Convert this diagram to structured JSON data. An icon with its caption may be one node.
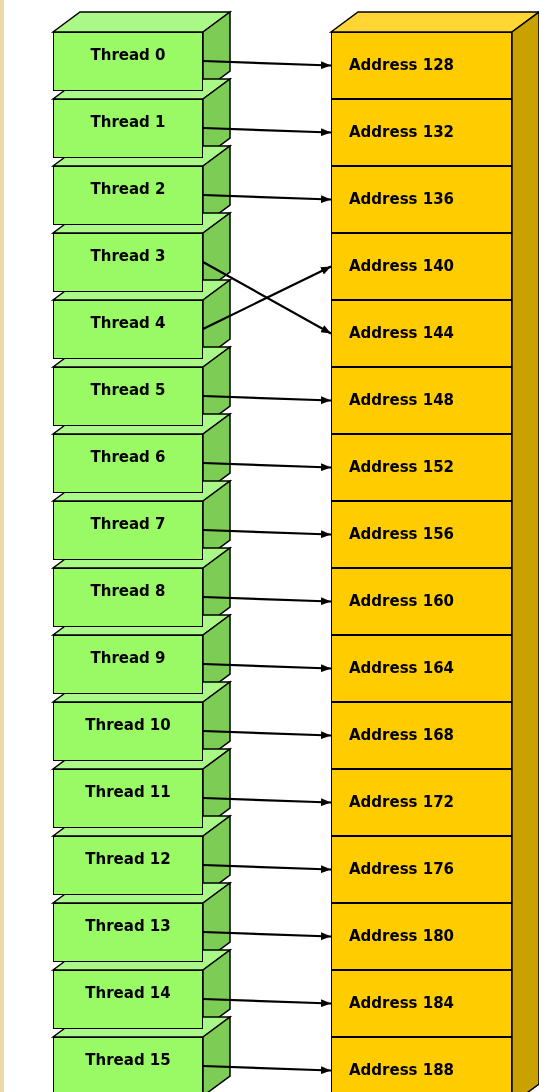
{
  "diagram": {
    "nodes": [
      {
        "text": [
          "Thread 0"
        ]
      },
      {
        "text": [
          "Thread 1"
        ]
      },
      {
        "text": [
          "Thread 2"
        ]
      },
      {
        "text": [
          "Thread 3"
        ]
      },
      {
        "text": [
          "Thread 4"
        ]
      },
      {
        "text": [
          "Thread 5"
        ]
      },
      {
        "text": [
          "Thread 6"
        ]
      },
      {
        "text": [
          "Thread 7"
        ]
      },
      {
        "text": [
          "Thread 8"
        ]
      },
      {
        "text": [
          "Thread 9"
        ]
      },
      {
        "text": [
          "Thread 10"
        ]
      },
      {
        "text": [
          "Thread 11"
        ]
      },
      {
        "text": [
          "Thread 12"
        ]
      },
      {
        "text": [
          "Thread 13"
        ]
      },
      {
        "text": [
          "Thread 14"
        ]
      },
      {
        "text": [
          "Thread 15"
        ]
      },
      {
        "text": [
          "Address 128"
        ]
      },
      {
        "text": [
          "Address 132"
        ]
      },
      {
        "text": [
          "Address 136"
        ]
      },
      {
        "text": [
          "Address 140"
        ]
      },
      {
        "text": [
          "Address 144"
        ]
      },
      {
        "text": [
          "Address 148"
        ]
      },
      {
        "text": [
          "Address 152"
        ]
      },
      {
        "text": [
          "Address 156"
        ]
      },
      {
        "text": [
          "Address 160"
        ]
      },
      {
        "text": [
          "Address 164"
        ]
      },
      {
        "text": [
          "Address 168"
        ]
      },
      {
        "text": [
          "Address 172"
        ]
      },
      {
        "text": [
          "Address 176"
        ]
      },
      {
        "text": [
          "Address 180"
        ]
      },
      {
        "text": [
          "Address 184"
        ]
      },
      {
        "text": [
          "Address 188"
        ]
      }
    ],
    "edges": [
      {
        "from": 0,
        "to": 16,
        "arrow": "to"
      },
      {
        "from": 1,
        "to": 17,
        "arrow": "to"
      },
      {
        "from": 2,
        "to": 18,
        "arrow": "to"
      },
      {
        "from": 3,
        "to": 20,
        "arrow": "to"
      },
      {
        "from": 4,
        "to": 19,
        "arrow": "to"
      },
      {
        "from": 5,
        "to": 21,
        "arrow": "to"
      },
      {
        "from": 6,
        "to": 22,
        "arrow": "to"
      },
      {
        "from": 7,
        "to": 23,
        "arrow": "to"
      },
      {
        "from": 8,
        "to": 24,
        "arrow": "to"
      },
      {
        "from": 9,
        "to": 25,
        "arrow": "to"
      },
      {
        "from": 10,
        "to": 26,
        "arrow": "to"
      },
      {
        "from": 11,
        "to": 27,
        "arrow": "to"
      },
      {
        "from": 12,
        "to": 28,
        "arrow": "to"
      },
      {
        "from": 13,
        "to": 29,
        "arrow": "to"
      },
      {
        "from": 14,
        "to": 30,
        "arrow": "to"
      },
      {
        "from": 15,
        "to": 31,
        "arrow": "to"
      }
    ]
  }
}
